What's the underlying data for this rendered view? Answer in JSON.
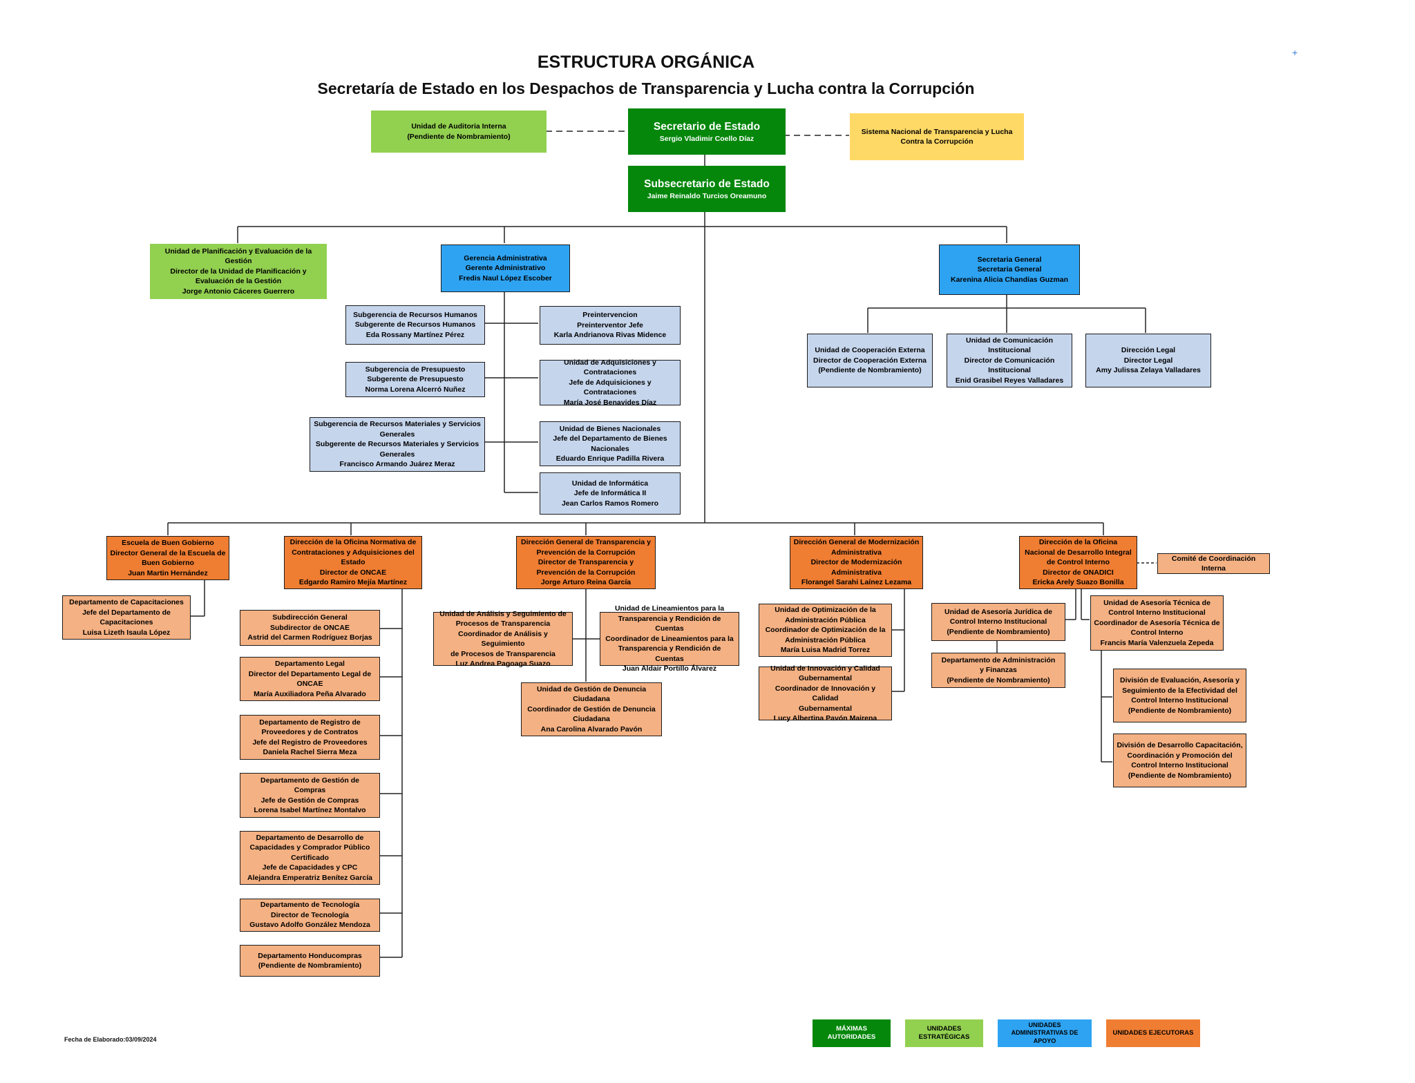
{
  "title": {
    "prefix_e": "E",
    "part1": "STRUCTURA ",
    "prefix_o": "O",
    "part2": "RGÁNICA",
    "subtitle": "Secretaría de Estado en los Despachos de Transparencia y Lucha contra la Corrupción"
  },
  "top": {
    "secretario": {
      "role": "Secretario de Estado",
      "name": "Sergio Vladimir Coello Díaz"
    },
    "subsecretario": {
      "role": "Subsecretario de Estado",
      "name": "Jaime Reinaldo Turcios Oreamuno"
    },
    "auditoria": "Unidad de Auditoria Interna\n(Pendiente de Nombramiento)",
    "sistema": "Sistema Nacional de Transparencia y Lucha\nContra la Corrupción"
  },
  "planificacion": "Unidad de Planificación y Evaluación de la\nGestión\nDirector de la Unidad de Planificación y\nEvaluación de la Gestión\nJorge Antonio Cáceres Guerrero",
  "gerencia": "Gerencia Administrativa\nGerente Administrativo\nFredis Naul López Escober",
  "gerencia_left": [
    "Subgerencia de Recursos Humanos\nSubgerente de Recursos Humanos\nEda Rossany Martínez Pérez",
    "Subgerencia de Presupuesto\nSubgerente de Presupuesto\nNorma Lorena Alcerró Nuñez",
    "Subgerencia de Recursos Materiales y Servicios\nGenerales\nSubgerente de Recursos Materiales y Servicios\nGenerales\nFrancisco Armando Juárez Meraz"
  ],
  "gerencia_right": [
    "Preintervencion\nPreinterventor Jefe\nKarla Andrianova Rivas Midence",
    "Unidad de Adquisiciones y\nContrataciones\nJefe de Adquisiciones y Contrataciones\nMaría José Benavides Díaz",
    "Unidad de Bienes Nacionales\nJefe del Departamento de Bienes\nNacionales\nEduardo Enrique Padilla Rivera",
    "Unidad de Informática\nJefe de Informática II\nJean Carlos Ramos Romero"
  ],
  "secretaria_general": "Secretaria  General\nSecretaria General\nKarenina Alicia Chandías Guzman",
  "sg_children": [
    "Unidad de Cooperación Externa\nDirector de Cooperación Externa\n(Pendiente de Nombramiento)",
    "Unidad de Comunicación\nInstitucional\nDirector de Comunicación\nInstitucional\nEnid Grasibel Reyes Valladares",
    "Dirección Legal\nDirector Legal\nAmy Julissa Zelaya Valladares"
  ],
  "escuela": "Escuela de Buen Gobierno\nDirector General de la Escuela de\nBuen Gobierno\nJuan Martin Hernández",
  "escuela_child": "Departamento de  Capacitaciones\nJefe del Departamento de\nCapacitaciones\nLuisa Lizeth Isaula López",
  "oncae": "Dirección de la Oficina Normativa de\nContrataciones y Adquisiciones del\nEstado\nDirector de ONCAE\nEdgardo Ramiro Mejía Martínez",
  "oncae_children": [
    "Subdirección General\nSubdirector de ONCAE\nAstrid del Carmen Rodríguez Borjas",
    "Departamento Legal\nDirector del Departamento Legal de\nONCAE\nMaría Auxiliadora Peña Alvarado",
    "Departamento de Registro de\nProveedores y de Contratos\nJefe del Registro de Proveedores\nDaniela Rachel Sierra Meza",
    "Departamento de Gestión de\nCompras\nJefe de Gestión de Compras\nLorena Isabel Martínez Montalvo",
    "Departamento de Desarrollo de\nCapacidades y Comprador Público\nCertificado\nJefe de Capacidades y CPC\nAlejandra Emperatriz Benítez García",
    "Departamento de Tecnología\nDirector de Tecnología\nGustavo Adolfo González Mendoza",
    "Departamento Honducompras\n(Pendiente de Nombramiento)"
  ],
  "transparencia": "Dirección General de Transparencia y\nPrevención de la Corrupción\nDirector de Transparencia y\nPrevención de la Corrupción\nJorge Arturo Reina García",
  "transparencia_children": [
    "Unidad de Análisis y Seguimiento de\nProcesos de Transparencia\nCoordinador de Análisis y Seguimiento\nde Procesos de Transparencia\nLuz Andrea Pagoaga Suazo",
    "Unidad de Lineamientos para la\nTransparencia y Rendición de Cuentas\nCoordinador de Lineamientos para la\nTransparencia y Rendición de Cuentas\nJuan Aldair Portillo Álvarez",
    "Unidad de Gestión de Denuncia\nCiudadana\nCoordinador de Gestión de Denuncia\nCiudadana\nAna Carolina Alvarado Pavón"
  ],
  "modernizacion": "Dirección General de Modernización\nAdministrativa\nDirector de Modernización\nAdministrativa\nFlorangel Sarahi Laínez Lezama",
  "modernizacion_children": [
    "Unidad de Optimización de la\nAdministración Pública\nCoordinador de Optimización de la\nAdministración Pública\nMaría Luisa Madrid Torrez",
    "Unidad de Innovación y Calidad\nGubernamental\nCoordinador de Innovación y Calidad\nGubernamental\nLucy Albertina Pavón Mairena"
  ],
  "onadici": "Dirección de la Oficina\nNacional de Desarrollo Integral\nde Control Interno\nDirector de ONADICI\nEricka Arely Suazo Bonilla",
  "comite": "Comité de Coordinación Interna",
  "onadici_left": [
    "Unidad de Asesoría Jurídica de\nControl Interno Institucional\n(Pendiente de Nombramiento)",
    "Departamento de Administración\ny Finanzas\n(Pendiente de Nombramiento)"
  ],
  "onadici_right": "Unidad de Asesoría Técnica de\nControl Interno Institucional\nCoordinador de Asesoría Técnica de\nControl Interno\nFrancis María Valenzuela Zepeda",
  "onadici_right_children": [
    "División de Evaluación, Asesoría y\nSeguimiento de la Efectividad del\nControl Interno Institucional\n(Pendiente de Nombramiento)",
    "División de Desarrollo Capacitación,\nCoordinación y Promoción del\nControl Interno Institucional\n(Pendiente de Nombramiento)"
  ],
  "legend": [
    {
      "label": "MÁXIMAS\nAUTORIDADES",
      "color": "#04870b"
    },
    {
      "label": "UNIDADES\nESTRATÉGICAS",
      "color": "#92d050"
    },
    {
      "label": "UNIDADES\nADMINISTRATIVAS DE\nAPOYO",
      "color": "#2ea3f2"
    },
    {
      "label": "UNIDADES EJECUTORAS",
      "color": "#ef7d32"
    }
  ],
  "footer": "Fecha de Elaborado:03/09/2024",
  "mark": "+"
}
